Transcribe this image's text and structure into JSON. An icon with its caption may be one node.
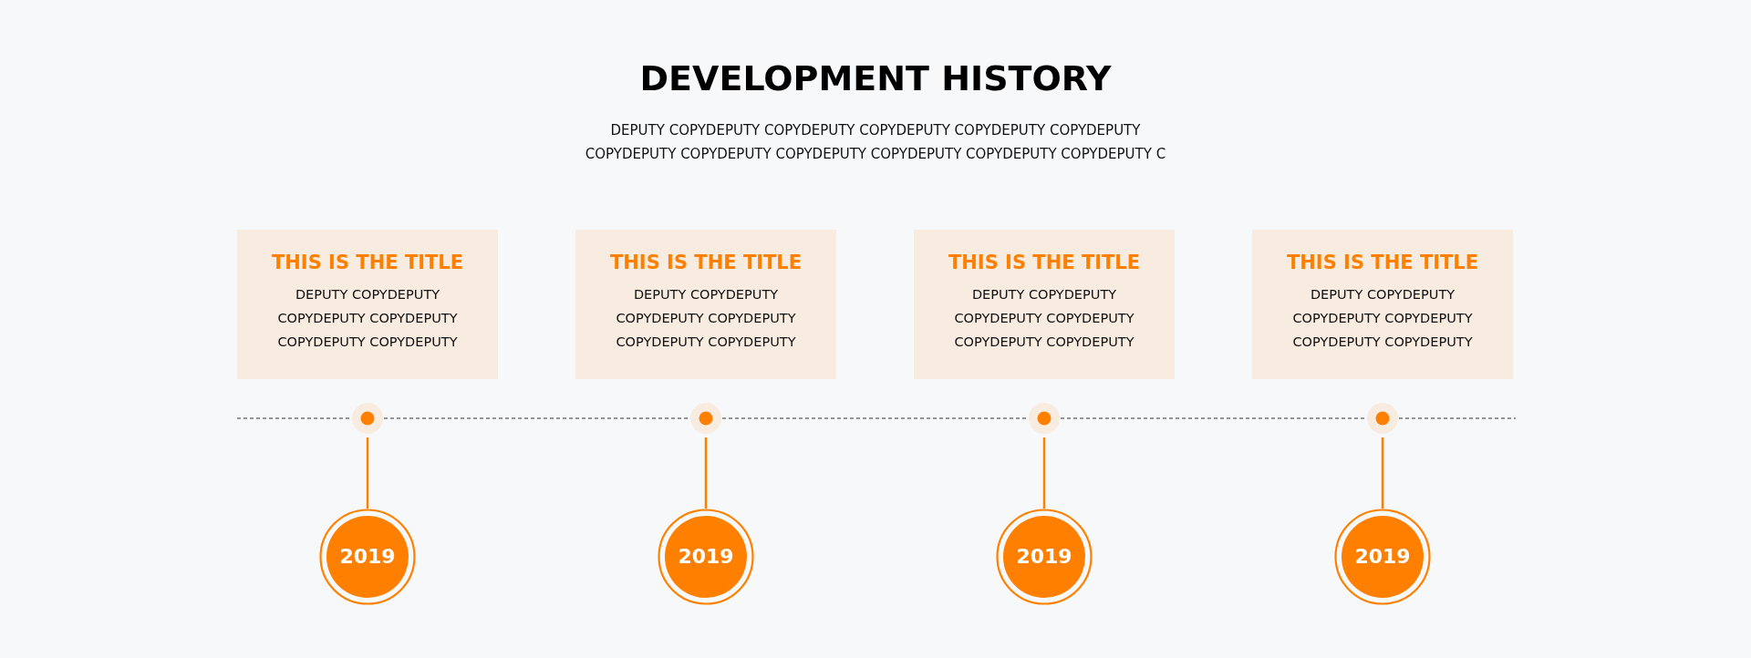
{
  "diagram": {
    "title": "DEVELOPMENT HISTORY",
    "nodes": [
      {
        "text": [
          "THIS IS THE TITLE",
          "DEPUTY COPYDEPUTY COPYDEPUTY COPYDEPUTY COPYDEPUTY COPYDEPUTY"
        ]
      },
      {
        "text": [
          "THIS IS THE TITLE",
          "DEPUTY COPYDEPUTY COPYDEPUTY COPYDEPUTY COPYDEPUTY COPYDEPUTY"
        ]
      },
      {
        "text": [
          "THIS IS THE TITLE",
          "DEPUTY COPYDEPUTY COPYDEPUTY COPYDEPUTY COPYDEPUTY COPYDEPUTY"
        ]
      },
      {
        "text": [
          "THIS IS THE TITLE",
          "DEPUTY COPYDEPUTY COPYDEPUTY COPYDEPUTY COPYDEPUTY COPYDEPUTY"
        ]
      },
      {
        "text": [],
        "shape": "circle"
      },
      {
        "text": [],
        "shape": "circle"
      },
      {
        "text": [],
        "shape": "circle"
      },
      {
        "text": [],
        "shape": "circle"
      },
      {
        "text": [
          "2019"
        ]
      },
      {
        "text": [
          "2019"
        ]
      },
      {
        "text": [
          "2019"
        ]
      },
      {
        "text": [
          "2019"
        ]
      }
    ],
    "edges": [
      {
        "from": 4,
        "to": 8,
        "arrow": "none"
      },
      {
        "from": 5,
        "to": 9,
        "arrow": "none"
      },
      {
        "from": 6,
        "to": 10,
        "arrow": "none"
      },
      {
        "from": 7,
        "to": 11,
        "arrow": "none"
      }
    ],
    "labels": [
      "DEPUTY COPYDEPUTY COPYDEPUTY COPYDEPUTY COPYDEPUTY COPYDEPUTY COPYDEPUTY COPYDEPUTY COPYDEPUTY COPYDEPUTY COPYDEPUTY COPYDEPUTY C"
    ]
  }
}
